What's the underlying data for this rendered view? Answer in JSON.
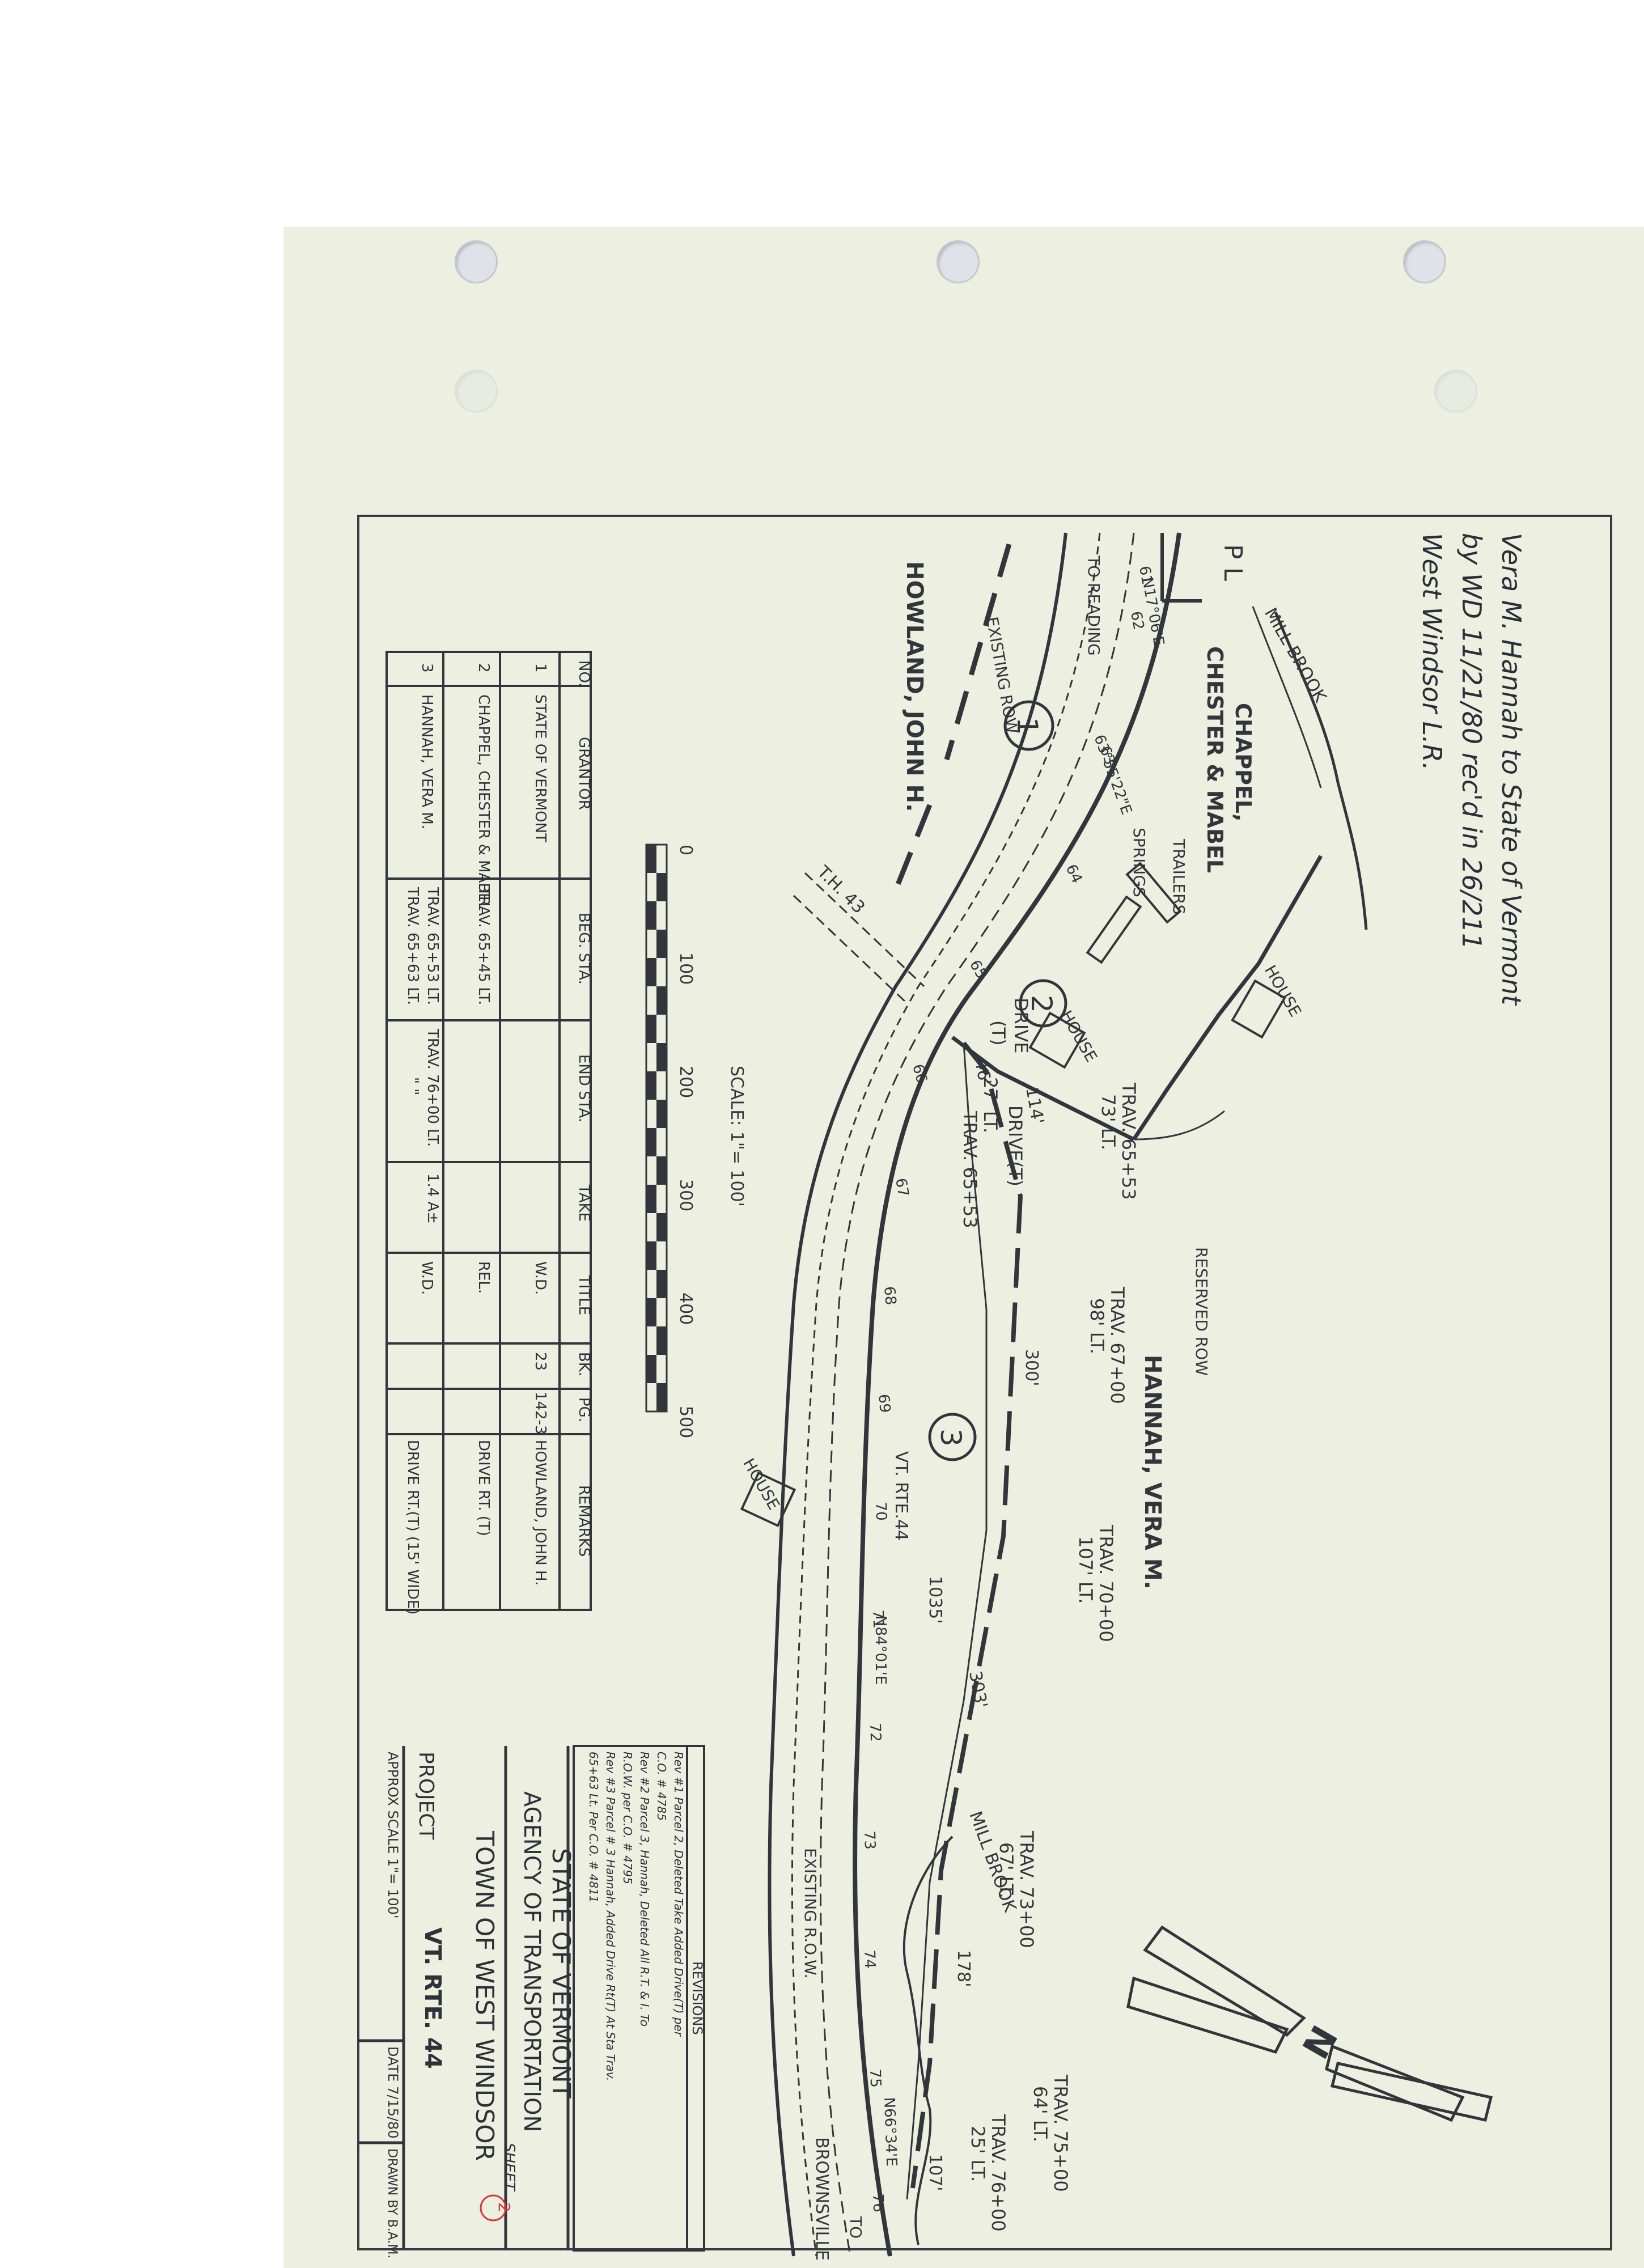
{
  "handwritten_note": [
    "Vera M. Hannah to State of Vermont",
    "by WD 11/21/80 rec'd in 26/211",
    "West Windsor L.R."
  ],
  "labels": {
    "mill_brook_top": "MILL BROOK",
    "chappel_line1": "CHAPPEL,",
    "chappel_line2": "CHESTER & MABEL",
    "trailers": "TRAILERS",
    "springs": "SPRINGS",
    "house_a": "HOUSE",
    "house_b": "HOUSE",
    "house_c": "HOUSE",
    "drive_t_a": "DRIVE",
    "drive_t_a2": "(T)",
    "drive_t_b": "DRIVE(T)",
    "to_reading": "TO READING",
    "existing_row": "EXISTING ROW",
    "howland": "HOWLAND, JOHN H.",
    "hannah": "HANNAH, VERA M.",
    "reserved_row": "RESERVED ROW",
    "th43": "T.H. 43",
    "vt_rte_44": "VT. RTE.44",
    "existing_row_b": "EXISTING R.O.W.",
    "mill_brook_bottom": "MILL BROOK",
    "brownsville": "BROWNSVILLE",
    "to": "TO",
    "pl": "P L",
    "bearing_1": "N17°06'E",
    "bearing_2": "63°55'22\"E",
    "bearing_3": "N84°01'E",
    "bearing_4": "N66°34'E",
    "parcel_1": "1",
    "parcel_2": "2",
    "parcel_3": "3"
  },
  "stations": [
    "61",
    "62",
    "63",
    "64",
    "65",
    "66",
    "67",
    "68",
    "69",
    "70",
    "71",
    "72",
    "73",
    "74",
    "75",
    "76"
  ],
  "dimensions": {
    "d46": "46'",
    "d114": "114'",
    "d300": "300'",
    "d1035": "1035'",
    "d303": "303'",
    "d178": "178'",
    "d107": "107'"
  },
  "traverse": [
    {
      "station": "TRAV. 65+53",
      "offset": "73' LT."
    },
    {
      "station": "TRAV. 65+53",
      "offset": "27' LT."
    },
    {
      "station": "TRAV. 67+00",
      "offset": "98' LT."
    },
    {
      "station": "TRAV. 70+00",
      "offset": "107' LT."
    },
    {
      "station": "TRAV. 73+00",
      "offset": "67' LT."
    },
    {
      "station": "TRAV. 75+00",
      "offset": "64' LT."
    },
    {
      "station": "TRAV. 76+00",
      "offset": "25' LT."
    }
  ],
  "scale_bar": {
    "title": "SCALE: 1\"= 100'",
    "ticks": [
      "0",
      "100",
      "200",
      "300",
      "400",
      "500"
    ]
  },
  "table": {
    "headers": [
      "NO.",
      "GRANTOR",
      "BEG. STA.",
      "END STA.",
      "TAKE",
      "TITLE",
      "BK.",
      "PG.",
      "REMARKS"
    ],
    "rows": [
      {
        "no": "1",
        "grantor": "STATE OF VERMONT",
        "beg": "",
        "end": "",
        "take": "",
        "title": "W.D.",
        "bk": "23",
        "pg": "142-3",
        "remarks": "HOWLAND, JOHN H."
      },
      {
        "no": "2",
        "grantor": "CHAPPEL, CHESTER & MABEL",
        "beg": "TRAV. 65+45 LT.",
        "end": "",
        "take": "",
        "title": "REL.",
        "bk": "",
        "pg": "",
        "remarks": "DRIVE RT. (T)"
      },
      {
        "no": "3",
        "grantor": "HANNAH, VERA M.",
        "beg": "TRAV. 65+53 LT.",
        "beg2": "TRAV. 65+63 LT.",
        "end": "TRAV. 76+00 LT.",
        "end2": "\" \"",
        "take": "1.4 A±",
        "title": "W.D.",
        "bk": "",
        "pg": "",
        "remarks": "DRIVE RT.(T) (15' WIDE)"
      }
    ]
  },
  "revisions": {
    "title": "REVISIONS",
    "lines": [
      "Rev #1 Parcel 2, Deleted Take Added Drive(T) per",
      "C.O. # 4785",
      "Rev #2 Parcel 3, Hannah, Deleted All R.T. & I. To",
      "R.O.W. per C.O. # 4795",
      "Rev #3 Parcel # 3 Hannah, Added Drive Rt(T) At Sta Trav.",
      "65+63 Lt. Per C.O. # 4811"
    ]
  },
  "title_block": {
    "state": "STATE OF VERMONT",
    "agency": "AGENCY OF TRANSPORTATION",
    "sheet_label": "SHEET",
    "sheet_no": "2",
    "town": "TOWN OF WEST WINDSOR",
    "project_label": "PROJECT",
    "project": "VT. RTE. 44",
    "approx_scale": "APPROX SCALE 1\"= 100'",
    "date": "DATE 7/15/80",
    "drawn_by": "DRAWN BY B.A.M."
  },
  "colors": {
    "paper": "#edf0e0",
    "ink": "#34343c"
  }
}
